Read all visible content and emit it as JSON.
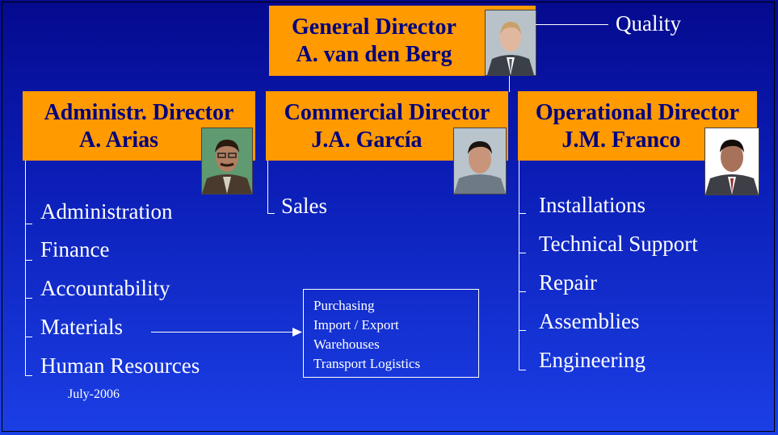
{
  "general": {
    "title": "General Director",
    "name": "A. van den Berg"
  },
  "quality": "Quality",
  "admin": {
    "title": "Administr. Director",
    "name": "A. Arias",
    "items": [
      "Administration",
      "Finance",
      "Accountability",
      "Materials",
      "Human Resources"
    ]
  },
  "commercial": {
    "title": "Commercial Director",
    "name": "J.A. García",
    "items": [
      "Sales"
    ]
  },
  "operational": {
    "title": "Operational Director",
    "name": "J.M. Franco",
    "items": [
      "Installations",
      "Technical Support",
      "Repair",
      "Assemblies",
      "Engineering"
    ]
  },
  "materials_box": [
    "Purchasing",
    "Import / Export",
    "Warehouses",
    "Transport Logistics"
  ],
  "date": "July-2006",
  "colors": {
    "box": "#ff9a00",
    "box_text": "#000080",
    "background": "#0b1db5"
  }
}
